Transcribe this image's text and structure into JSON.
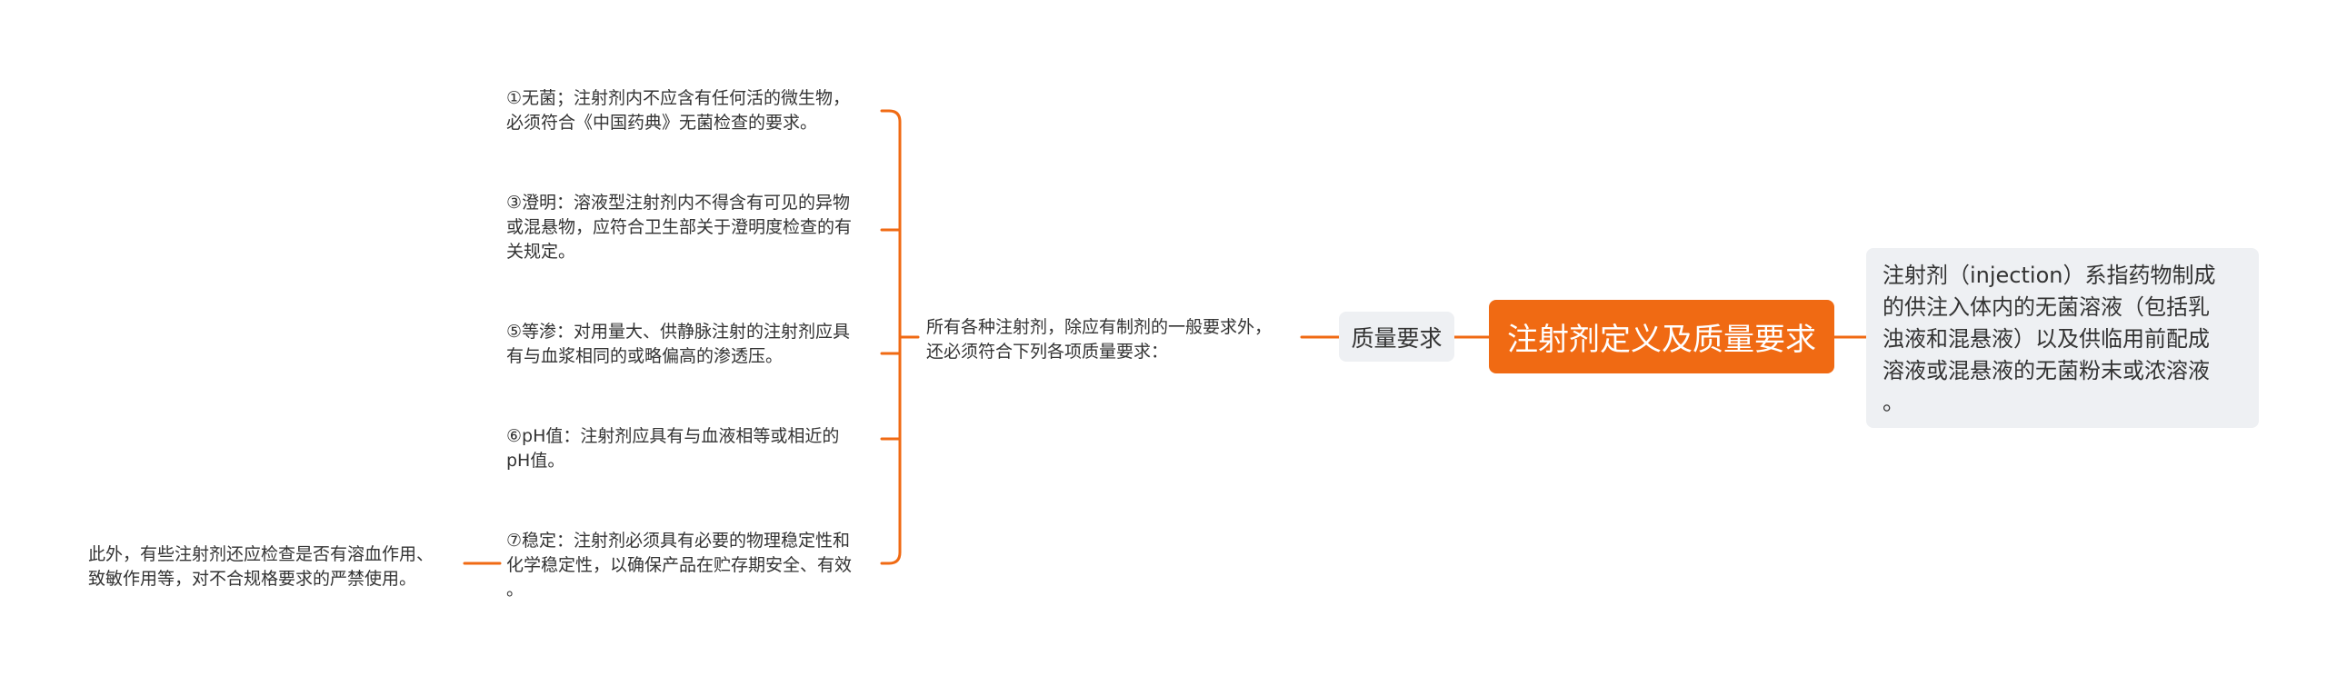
{
  "mindmap": {
    "root": {
      "title": "注射剂定义及质量要求"
    },
    "definition": {
      "text": "注射剂（injection）系指药物制成\n的供注入体内的无菌溶液（包括乳\n浊液和混悬液）以及供临用前配成\n溶液或混悬液的无菌粉末或浓溶液\n。"
    },
    "quality": {
      "label": "质量要求",
      "intro": "所有各种注射剂，除应有制剂的一般要求外，\n还必须符合下列各项质量要求：",
      "items": [
        {
          "text": "①无菌；注射剂内不应含有任何活的微生物，\n必须符合《中国药典》无菌检查的要求。"
        },
        {
          "text": "③澄明：溶液型注射剂内不得含有可见的异物\n或混悬物，应符合卫生部关于澄明度检查的有\n关规定。"
        },
        {
          "text": "⑤等渗：对用量大、供静脉注射的注射剂应具\n有与血浆相同的或略偏高的渗透压。"
        },
        {
          "text": "⑥pH值：注射剂应具有与血液相等或相近的\npH值。"
        },
        {
          "text": "⑦稳定：注射剂必须具有必要的物理稳定性和\n化学稳定性，以确保产品在贮存期安全、有效\n。"
        }
      ],
      "extra": {
        "text": "此外，有些注射剂还应检查是否有溶血作用、\n致敏作用等，对不合规格要求的严禁使用。"
      }
    }
  },
  "colors": {
    "accent": "#f06a13",
    "node_bg": "#eef0f3",
    "text": "#333333",
    "background": "#ffffff"
  }
}
